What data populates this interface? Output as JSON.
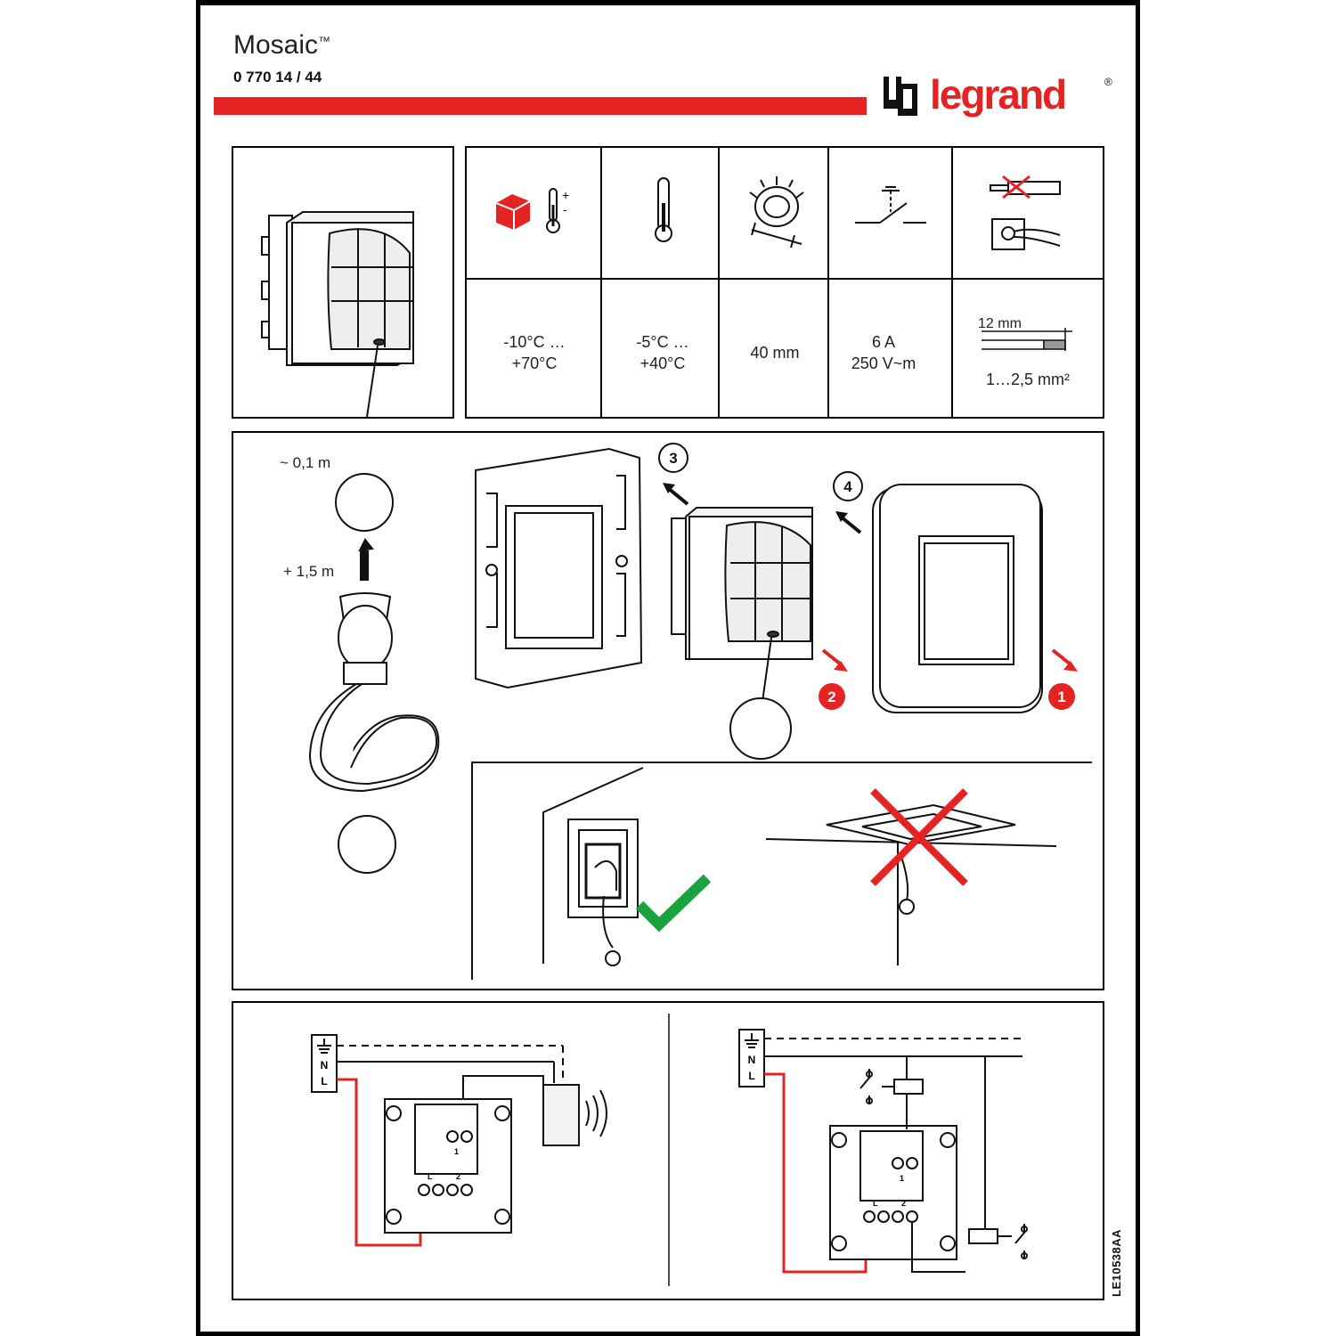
{
  "header": {
    "brand": "Mosaic",
    "trademark": "™",
    "reference": "0 770 14 / 44",
    "logo_text": "legrand",
    "logo_registered": "®",
    "accent_color": "#e42423"
  },
  "specs": [
    {
      "icon": "storage-temperature-icon",
      "value_line1": "-10°C …",
      "value_line2": "+70°C"
    },
    {
      "icon": "thermometer-icon",
      "value_line1": "-5°C …",
      "value_line2": "+40°C"
    },
    {
      "icon": "mounting-box-icon",
      "value_line1": "40 mm",
      "value_line2": ""
    },
    {
      "icon": "switch-contact-icon",
      "value_line1": "6 A",
      "value_line2": "250 V~m"
    },
    {
      "icon": "screwless-terminal-icon",
      "strip_length": "12 mm",
      "cross_section": "1…2,5 mm²"
    }
  ],
  "installation": {
    "cable_length": "~ 0,1 m",
    "extension_length": "+ 1,5 m",
    "steps": [
      "1",
      "2",
      "3",
      "4"
    ]
  },
  "positioning": {
    "correct_mark": "check-icon",
    "wrong_mark": "cross-icon"
  },
  "wiring": {
    "labels": [
      "N",
      "L"
    ],
    "terminal_labels": [
      "1",
      "L",
      "2"
    ]
  },
  "document_id": "LE10538AA"
}
